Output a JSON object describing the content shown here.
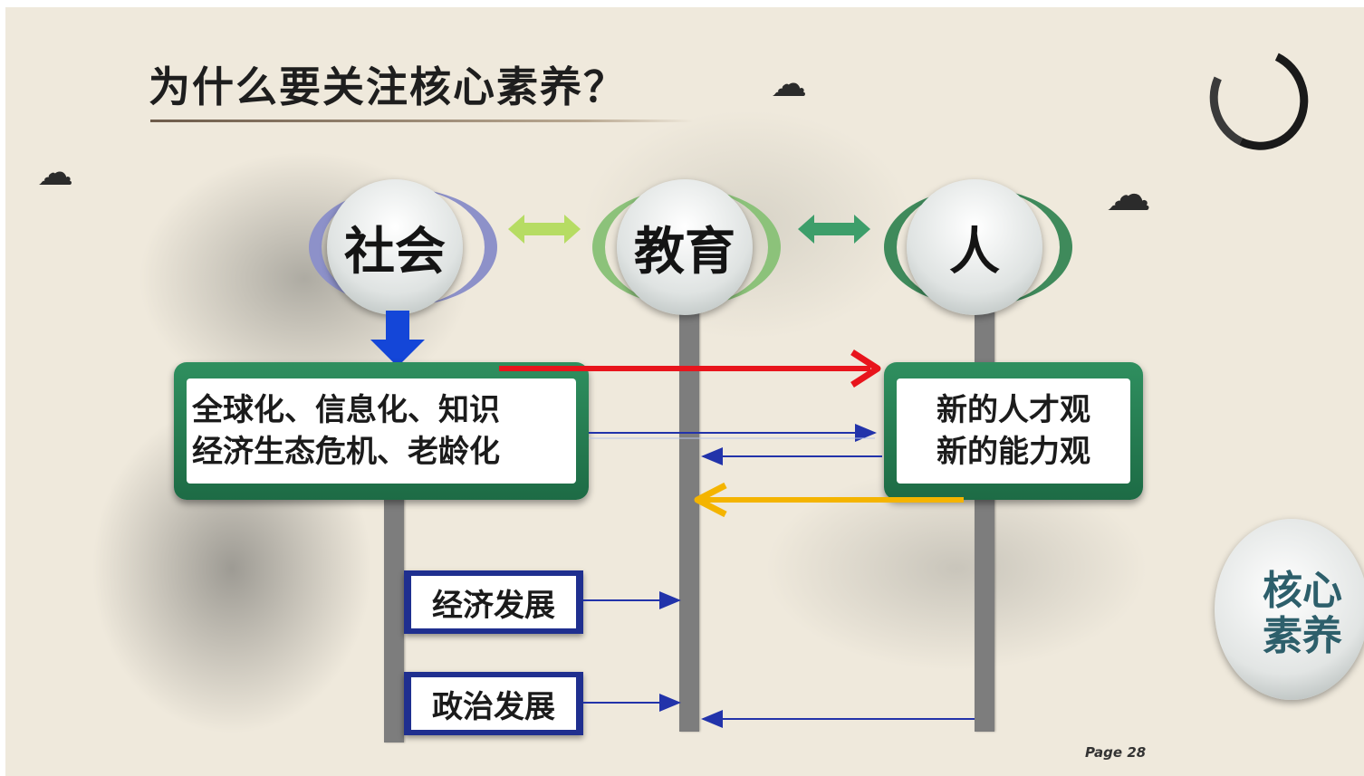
{
  "slide": {
    "title": "为什么要关注核心素养？",
    "page_label": "Page",
    "page_number": "28"
  },
  "nodes": {
    "society": "社会",
    "education": "教育",
    "person": "人"
  },
  "boxes": {
    "society_box_line1": "全球化、信息化、知识",
    "society_box_line2": "经济生态危机、老龄化",
    "person_box_line1": "新的人才观",
    "person_box_line2": "新的能力观",
    "economy": "经济发展",
    "politics": "政治发展"
  },
  "corner_badge": {
    "line1": "核心",
    "line2": "素养"
  },
  "colors": {
    "green_box": "#237a50",
    "blue_box": "#1f2f8f",
    "red_arrow": "#e8141c",
    "yellow_arrow": "#f4b400",
    "connector_blue": "#2233aa",
    "down_arrow_blue": "#1446d8"
  }
}
